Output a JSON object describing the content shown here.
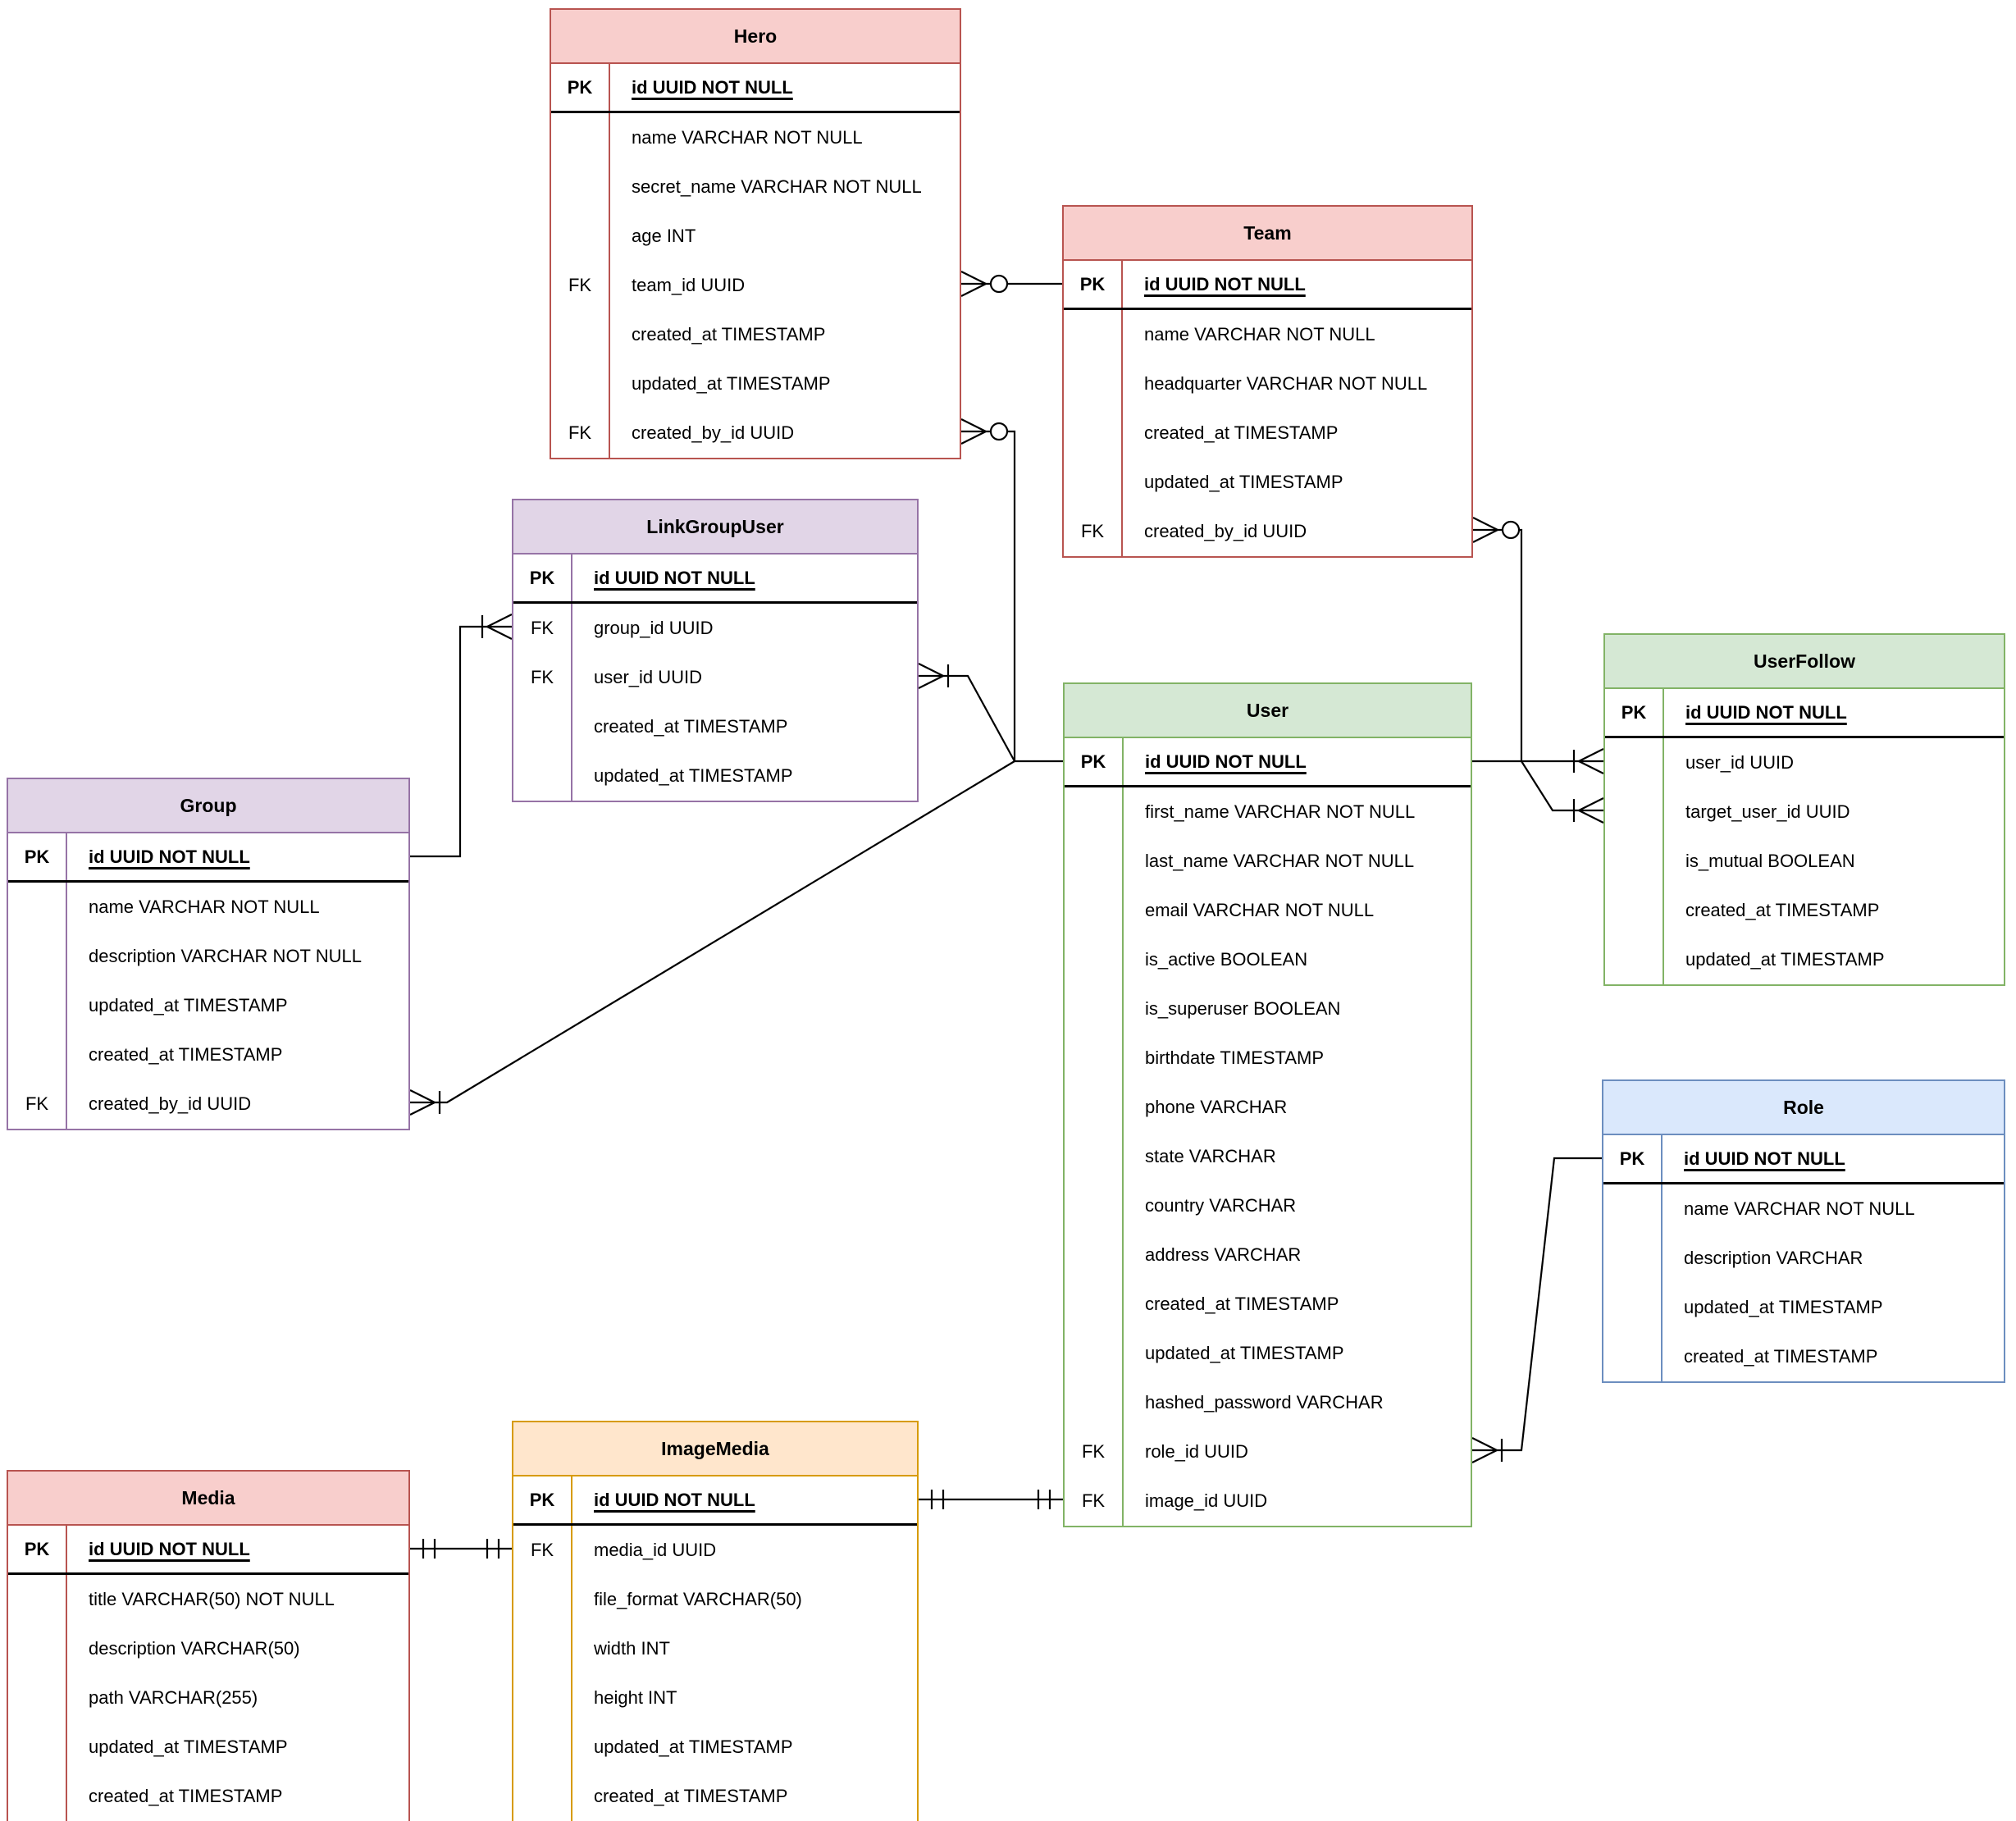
{
  "palette": {
    "red": {
      "fill": "#f8cecc",
      "stroke": "#b85450"
    },
    "purple": {
      "fill": "#e1d5e7",
      "stroke": "#9673a6"
    },
    "green": {
      "fill": "#d5e8d4",
      "stroke": "#82b366"
    },
    "blue": {
      "fill": "#dae8fc",
      "stroke": "#6c8ebf"
    },
    "orange": {
      "fill": "#ffe6cc",
      "stroke": "#d79b00"
    },
    "line": "#000000"
  },
  "entities": [
    {
      "name": "Hero",
      "color": "red",
      "rows": [
        {
          "key": "PK",
          "label": "id UUID NOT NULL",
          "pk": true
        },
        {
          "key": "",
          "label": "name VARCHAR NOT NULL"
        },
        {
          "key": "",
          "label": "secret_name VARCHAR NOT NULL"
        },
        {
          "key": "",
          "label": "age INT"
        },
        {
          "key": "FK",
          "label": "team_id UUID"
        },
        {
          "key": "",
          "label": "created_at TIMESTAMP"
        },
        {
          "key": "",
          "label": "updated_at TIMESTAMP"
        },
        {
          "key": "FK",
          "label": "created_by_id UUID"
        }
      ]
    },
    {
      "name": "Team",
      "color": "red",
      "rows": [
        {
          "key": "PK",
          "label": "id UUID NOT NULL",
          "pk": true
        },
        {
          "key": "",
          "label": "name VARCHAR NOT NULL"
        },
        {
          "key": "",
          "label": "headquarter VARCHAR NOT NULL"
        },
        {
          "key": "",
          "label": "created_at TIMESTAMP"
        },
        {
          "key": "",
          "label": "updated_at TIMESTAMP"
        },
        {
          "key": "FK",
          "label": "created_by_id UUID"
        }
      ]
    },
    {
      "name": "LinkGroupUser",
      "color": "purple",
      "rows": [
        {
          "key": "PK",
          "label": "id UUID NOT NULL",
          "pk": true
        },
        {
          "key": "FK",
          "label": "group_id UUID"
        },
        {
          "key": "FK",
          "label": "user_id UUID"
        },
        {
          "key": "",
          "label": "created_at TIMESTAMP"
        },
        {
          "key": "",
          "label": "updated_at TIMESTAMP"
        }
      ]
    },
    {
      "name": "Group",
      "color": "purple",
      "rows": [
        {
          "key": "PK",
          "label": "id UUID NOT NULL",
          "pk": true
        },
        {
          "key": "",
          "label": "name VARCHAR NOT NULL"
        },
        {
          "key": "",
          "label": "description VARCHAR NOT NULL"
        },
        {
          "key": "",
          "label": "updated_at TIMESTAMP"
        },
        {
          "key": "",
          "label": "created_at TIMESTAMP"
        },
        {
          "key": "FK",
          "label": "created_by_id UUID"
        }
      ]
    },
    {
      "name": "User",
      "color": "green",
      "rows": [
        {
          "key": "PK",
          "label": "id UUID NOT NULL",
          "pk": true
        },
        {
          "key": "",
          "label": "first_name VARCHAR NOT NULL"
        },
        {
          "key": "",
          "label": "last_name VARCHAR NOT NULL"
        },
        {
          "key": "",
          "label": "email VARCHAR NOT NULL"
        },
        {
          "key": "",
          "label": "is_active BOOLEAN"
        },
        {
          "key": "",
          "label": "is_superuser BOOLEAN"
        },
        {
          "key": "",
          "label": "birthdate TIMESTAMP"
        },
        {
          "key": "",
          "label": "phone VARCHAR"
        },
        {
          "key": "",
          "label": "state VARCHAR"
        },
        {
          "key": "",
          "label": "country VARCHAR"
        },
        {
          "key": "",
          "label": "address VARCHAR"
        },
        {
          "key": "",
          "label": "created_at TIMESTAMP"
        },
        {
          "key": "",
          "label": "updated_at TIMESTAMP"
        },
        {
          "key": "",
          "label": "hashed_password VARCHAR"
        },
        {
          "key": "FK",
          "label": "role_id UUID"
        },
        {
          "key": "FK",
          "label": "image_id UUID"
        }
      ]
    },
    {
      "name": "UserFollow",
      "color": "green",
      "rows": [
        {
          "key": "PK",
          "label": "id UUID NOT NULL",
          "pk": true
        },
        {
          "key": "",
          "label": "user_id UUID"
        },
        {
          "key": "",
          "label": "target_user_id UUID"
        },
        {
          "key": "",
          "label": "is_mutual BOOLEAN"
        },
        {
          "key": "",
          "label": "created_at TIMESTAMP"
        },
        {
          "key": "",
          "label": "updated_at TIMESTAMP"
        }
      ]
    },
    {
      "name": "Role",
      "color": "blue",
      "rows": [
        {
          "key": "PK",
          "label": "id UUID NOT NULL",
          "pk": true
        },
        {
          "key": "",
          "label": "name VARCHAR NOT NULL"
        },
        {
          "key": "",
          "label": "description VARCHAR"
        },
        {
          "key": "",
          "label": "updated_at TIMESTAMP"
        },
        {
          "key": "",
          "label": "created_at TIMESTAMP"
        }
      ]
    },
    {
      "name": "Media",
      "color": "red",
      "rows": [
        {
          "key": "PK",
          "label": "id UUID NOT NULL",
          "pk": true
        },
        {
          "key": "",
          "label": "title VARCHAR(50) NOT NULL"
        },
        {
          "key": "",
          "label": "description VARCHAR(50)"
        },
        {
          "key": "",
          "label": "path VARCHAR(255)"
        },
        {
          "key": "",
          "label": "updated_at TIMESTAMP"
        },
        {
          "key": "",
          "label": "created_at TIMESTAMP"
        }
      ]
    },
    {
      "name": "ImageMedia",
      "color": "orange",
      "rows": [
        {
          "key": "PK",
          "label": "id UUID NOT NULL",
          "pk": true
        },
        {
          "key": "FK",
          "label": "media_id UUID"
        },
        {
          "key": "",
          "label": "file_format VARCHAR(50)"
        },
        {
          "key": "",
          "label": "width INT"
        },
        {
          "key": "",
          "label": "height INT"
        },
        {
          "key": "",
          "label": "updated_at TIMESTAMP"
        },
        {
          "key": "",
          "label": "created_at TIMESTAMP"
        }
      ]
    }
  ],
  "relationships": [
    {
      "id": "hero-team",
      "from": "Hero.team_id",
      "to": "Team.id",
      "from_end": "zero-or-many",
      "to_end": "none"
    },
    {
      "id": "hero-user",
      "from": "Hero.created_by_id",
      "to": "User.id",
      "from_end": "zero-or-many",
      "to_end": "none"
    },
    {
      "id": "team-user",
      "from": "Team.created_by_id",
      "to": "User.id",
      "from_end": "zero-or-many",
      "to_end": "none"
    },
    {
      "id": "linkgroupuser-group",
      "from": "LinkGroupUser.group_id",
      "to": "Group.id",
      "from_end": "one-or-many",
      "to_end": "none"
    },
    {
      "id": "linkgroupuser-user",
      "from": "LinkGroupUser.user_id",
      "to": "User.id",
      "from_end": "one-or-many",
      "to_end": "none"
    },
    {
      "id": "group-user",
      "from": "Group.created_by_id",
      "to": "User.id",
      "from_end": "one-or-many",
      "to_end": "none"
    },
    {
      "id": "userfollow-user",
      "from": "UserFollow.user_id",
      "to": "User.id",
      "from_end": "one-or-many",
      "to_end": "none"
    },
    {
      "id": "userfollow-target",
      "from": "UserFollow.target_user_id",
      "to": "User.id",
      "from_end": "one-or-many",
      "to_end": "none"
    },
    {
      "id": "user-role",
      "from": "User.role_id",
      "to": "Role.id",
      "from_end": "one-or-many",
      "to_end": "none"
    },
    {
      "id": "user-imagemedia",
      "from": "User.image_id",
      "to": "ImageMedia.id",
      "from_end": "one",
      "to_end": "one"
    },
    {
      "id": "imagemedia-media",
      "from": "ImageMedia.media_id",
      "to": "Media.id",
      "from_end": "one",
      "to_end": "one"
    }
  ]
}
